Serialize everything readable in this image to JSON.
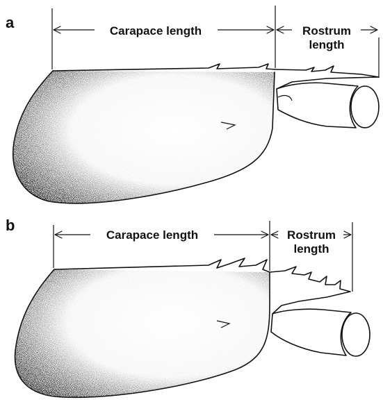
{
  "panels": [
    {
      "label": "a",
      "carapace_label": "Carapace length",
      "rostrum_label_line1": "Rostrum",
      "rostrum_label_line2": "length"
    },
    {
      "label": "b",
      "carapace_label": "Carapace length",
      "rostrum_label_line1": "Rostrum",
      "rostrum_label_line2": "length"
    }
  ],
  "colors": {
    "ink": "#111111",
    "background": "#ffffff"
  }
}
